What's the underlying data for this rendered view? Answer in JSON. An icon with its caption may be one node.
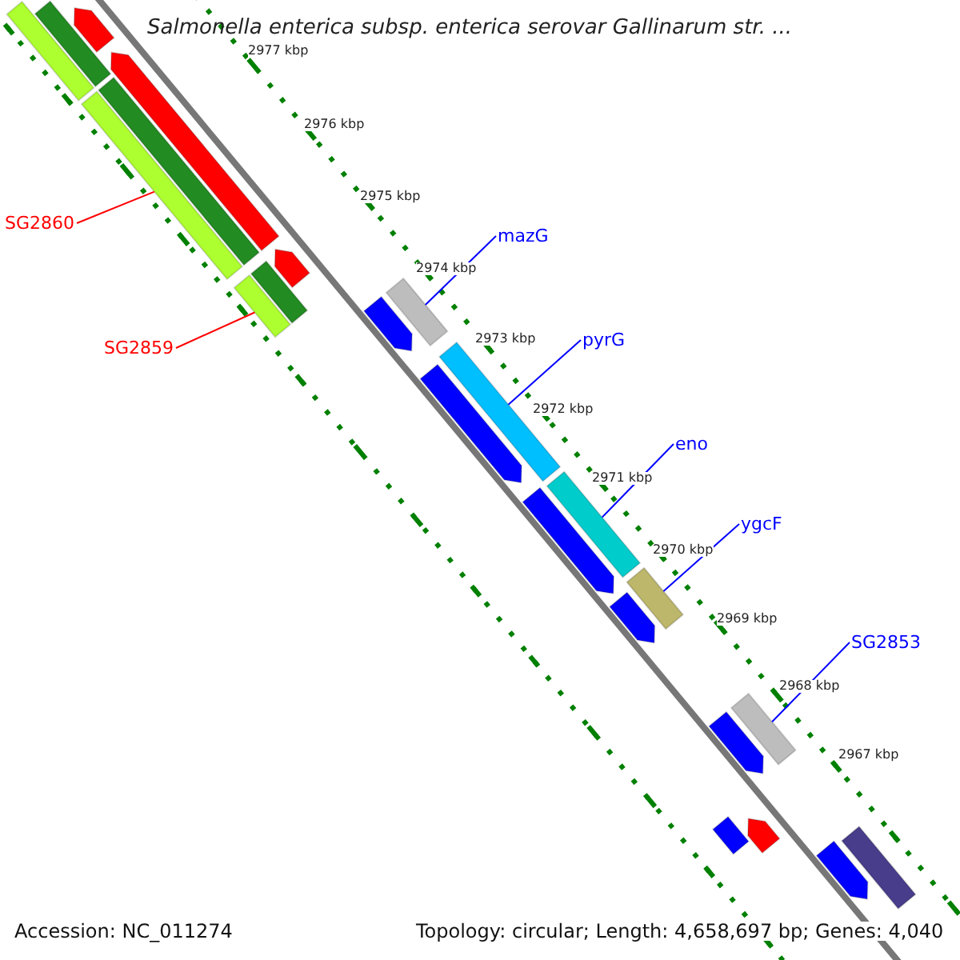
{
  "diagram": {
    "title": "Salmonella enterica subsp. enterica serovar Gallinarum str. ...",
    "nodes": [
      {
        "text": [
          "mazG"
        ]
      },
      {
        "text": [
          "pyrG"
        ]
      },
      {
        "text": [
          "eno"
        ]
      },
      {
        "text": [
          "ygcF"
        ]
      },
      {
        "text": [
          "SG2853"
        ]
      },
      {
        "text": [
          "SG2860"
        ]
      },
      {
        "text": [
          "SG2859"
        ]
      },
      {
        "text": [],
        "shape": "bar"
      },
      {
        "text": [],
        "shape": "bar"
      },
      {
        "text": [],
        "shape": "bar"
      },
      {
        "text": [],
        "shape": "bar"
      },
      {
        "text": [],
        "shape": "bar"
      },
      {
        "text": [],
        "shape": "bar"
      },
      {
        "text": [],
        "shape": "bar"
      },
      {
        "text": [],
        "shape": "bar"
      },
      {
        "text": [],
        "shape": "bar"
      },
      {
        "text": [],
        "shape": "bar"
      },
      {
        "text": [],
        "shape": "bar"
      },
      {
        "text": [],
        "shape": "bar"
      },
      {
        "text": [],
        "shape": "bar"
      },
      {
        "text": [],
        "shape": "bar"
      },
      {
        "text": [],
        "shape": "bar"
      },
      {
        "text": [],
        "shape": "bar"
      },
      {
        "text": [],
        "shape": "bar"
      },
      {
        "text": [],
        "shape": "bar"
      },
      {
        "text": [],
        "shape": "bar"
      },
      {
        "text": [],
        "shape": "bar"
      },
      {
        "text": [],
        "shape": "bar"
      },
      {
        "text": [],
        "shape": "bar"
      },
      {
        "text": [],
        "shape": "bar"
      }
    ],
    "edges": [
      {
        "from": 0,
        "to": 7,
        "arrow": "none"
      },
      {
        "from": 1,
        "to": 8,
        "arrow": "none"
      },
      {
        "from": 2,
        "to": 9,
        "arrow": "none"
      },
      {
        "from": 3,
        "to": 10,
        "arrow": "none"
      },
      {
        "from": 4,
        "to": 11,
        "arrow": "none"
      },
      {
        "from": 5,
        "to": 12,
        "arrow": "none",
        "color": "#ff0000"
      },
      {
        "from": 6,
        "to": 13,
        "arrow": "none",
        "color": "#ff0000"
      }
    ],
    "labels": [
      "2977 kbp",
      "2976 kbp",
      "2975 kbp",
      "2974 kbp",
      "2973 kbp",
      "2972 kbp",
      "2971 kbp",
      "2970 kbp",
      "2969 kbp",
      "2968 kbp",
      "2967 kbp",
      "Accession: NC_011274",
      "Topology: circular; Length: 4,658,697 bp; Genes: 4,040"
    ]
  }
}
